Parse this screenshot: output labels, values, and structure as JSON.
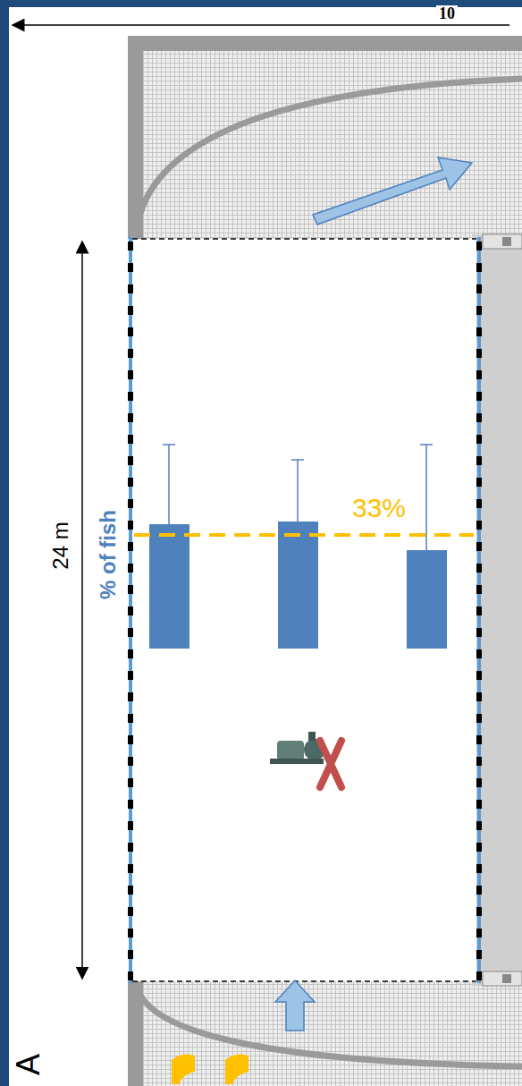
{
  "diagram": {
    "labels": [
      "10",
      "24 m",
      "% of fish",
      "33%",
      "A"
    ]
  }
}
